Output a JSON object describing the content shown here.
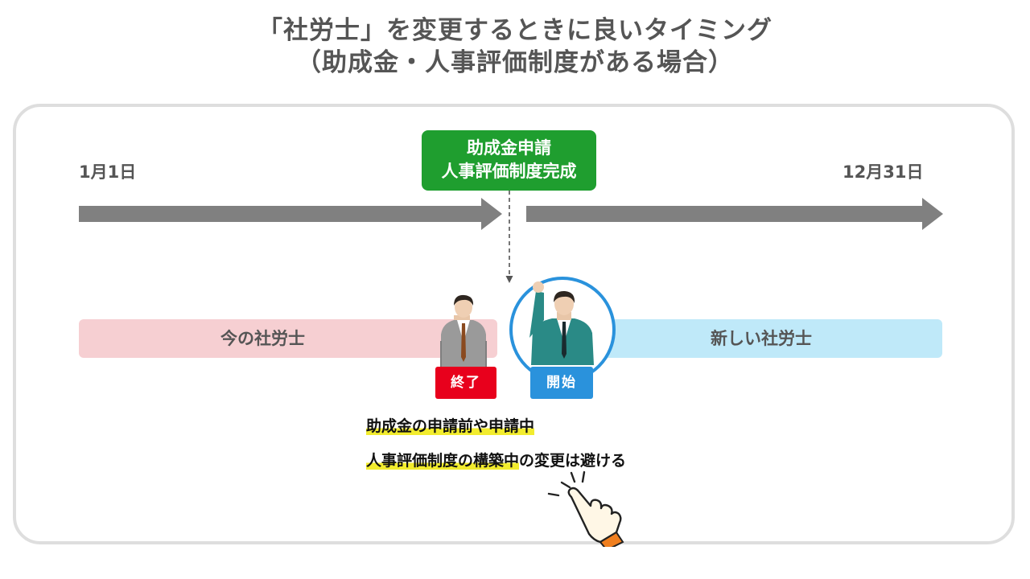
{
  "title": {
    "line1": "「社労士」を変更するときに良いタイミング",
    "line2": "（助成金・人事評価制度がある場合）"
  },
  "timeline": {
    "start_label": "1月1日",
    "end_label": "12月31日"
  },
  "milestone": {
    "line1": "助成金申請",
    "line2": "人事評価制度完成",
    "color": "#1f9e2f"
  },
  "bars": {
    "old": {
      "label": "今の社労士",
      "color": "#f6cfd2"
    },
    "new": {
      "label": "新しい社労士",
      "color": "#bfe9f9"
    }
  },
  "badges": {
    "end": {
      "label": "終了",
      "color": "#e8001c"
    },
    "start": {
      "label": "開始",
      "color": "#2a92dc"
    }
  },
  "notes": {
    "line1_highlight": "助成金の申請前や申請中",
    "line2_highlight": "人事評価制度の構築中",
    "line2_rest": "の変更は避ける"
  },
  "icons": [
    "person-gray-suit-icon",
    "person-teal-suit-raising-hand-icon",
    "pointing-hand-icon"
  ],
  "highlight_color": "#f2ec2e"
}
